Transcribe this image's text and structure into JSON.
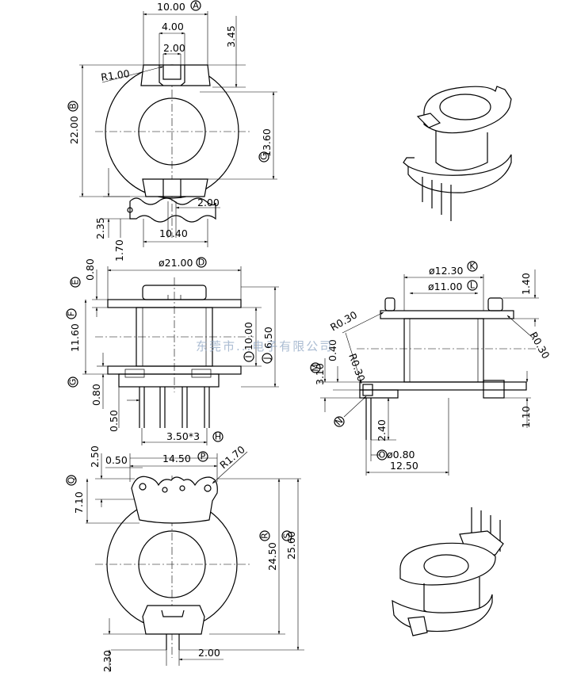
{
  "watermark": "东莞市...电子有限公司",
  "top_view": {
    "width": "10.00",
    "width_tag": "A",
    "slot_outer": "4.00",
    "slot_inner": "2.00",
    "lip": "3.45",
    "corner_radius": "R1.00",
    "height": "22.00",
    "height_tag": "B",
    "inner": "13.60",
    "inner_tag": "C",
    "pin_gap": "2.00",
    "offset": "2.35",
    "offset2": "1.70",
    "base": "10.40"
  },
  "front_view": {
    "diameter": "ø21.00",
    "diameter_tag": "D",
    "flange": "0.80",
    "flange_tag": "E",
    "height": "11.60",
    "height_tag": "F",
    "winding_height": "10.00",
    "winding_tag": "I",
    "core_height": "6.50",
    "core_tag": "J",
    "base_flange": "0.80",
    "base_tag": "G",
    "pin_offset": "0.50",
    "pitch": "3.50*3",
    "pitch_tag": "H"
  },
  "side_view": {
    "outer": "ø12.30",
    "outer_tag": "K",
    "inner": "ø11.00",
    "inner_tag": "L",
    "top": "1.40",
    "radius1": "R0.30",
    "radius2": "R0.30",
    "radius3": "R0.30",
    "base": "3.10",
    "base_tag": "M",
    "step": "0.40",
    "pin_gap_tag": "N",
    "pin_len": "2.40",
    "pin_dia": "ø0.80",
    "pin_tag": "O",
    "length": "12.50",
    "right_gap": "1.10"
  },
  "bottom_view": {
    "pin_width": "0.50",
    "span": "14.50",
    "span_tag": "P",
    "radius": "R1.70",
    "top": "2.50",
    "depth": "7.10",
    "depth_tag": "Q",
    "height": "24.50",
    "height_tag": "R",
    "total": "25.60",
    "total_tag": "S",
    "tab_depth": "2.30",
    "tab_width": "2.00"
  },
  "icons": [
    "coil-former-3d-top",
    "coil-former-3d-bottom"
  ]
}
